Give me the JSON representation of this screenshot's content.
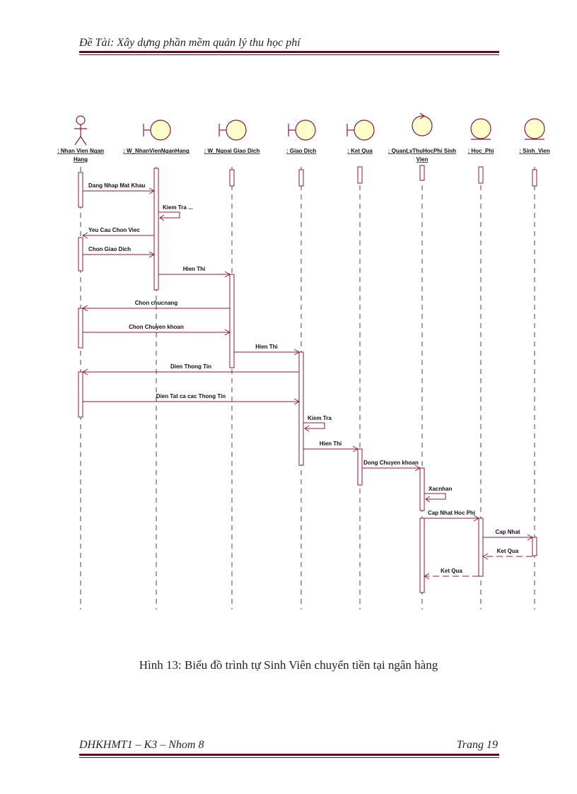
{
  "header": {
    "title": "Đề Tài: Xây dựng phần mềm quản lý thu học phí"
  },
  "diagram": {
    "participants": [
      {
        "id": "nv",
        "kind": "actor",
        "lines": [
          ": Nhan Vien Ngan",
          "Hang"
        ]
      },
      {
        "id": "wnv",
        "kind": "boundary",
        "lines": [
          ": W_NhanVienNganHang"
        ]
      },
      {
        "id": "wgd",
        "kind": "boundary",
        "lines": [
          ": W_Ngoai Giao Dich"
        ]
      },
      {
        "id": "gd",
        "kind": "boundary",
        "lines": [
          ": Giao Dich"
        ]
      },
      {
        "id": "kq",
        "kind": "boundary",
        "lines": [
          ": Ket Qua"
        ]
      },
      {
        "id": "ql",
        "kind": "control",
        "lines": [
          ": QuanLyThuHocPhi Sinh",
          "Vien"
        ]
      },
      {
        "id": "hp",
        "kind": "entity",
        "lines": [
          ": Hoc_Phi"
        ]
      },
      {
        "id": "sv",
        "kind": "entity",
        "lines": [
          ": Sinh_Vien"
        ]
      }
    ],
    "messages": [
      {
        "from": 0,
        "to": 1,
        "label": "Dang Nhap Mat Khau"
      },
      {
        "from": 1,
        "to": 1,
        "label": "Kiem Tra ..."
      },
      {
        "from": 1,
        "to": 0,
        "label": "Yeu Cau Chon Viec"
      },
      {
        "from": 0,
        "to": 1,
        "label": "Chon Giao Dich"
      },
      {
        "from": 1,
        "to": 2,
        "label": "Hien Thi"
      },
      {
        "from": 2,
        "to": 0,
        "label": "Chon chucnang"
      },
      {
        "from": 0,
        "to": 2,
        "label": "Chon Chuyen khoan"
      },
      {
        "from": 2,
        "to": 3,
        "label": "Hien Thi"
      },
      {
        "from": 3,
        "to": 0,
        "label": "Dien Thong Tin"
      },
      {
        "from": 0,
        "to": 3,
        "label": "Dien Tat ca cac Thong Tin"
      },
      {
        "from": 3,
        "to": 3,
        "label": "Kiem Tra"
      },
      {
        "from": 3,
        "to": 4,
        "label": "Hien Thi"
      },
      {
        "from": 4,
        "to": 5,
        "label": "Dong Chuyen khoan"
      },
      {
        "from": 5,
        "to": 5,
        "label": "Xacnhan"
      },
      {
        "from": 5,
        "to": 6,
        "label": "Cap Nhat Hoc Phi"
      },
      {
        "from": 6,
        "to": 7,
        "label": "Cap Nhat"
      },
      {
        "from": 7,
        "to": 6,
        "label": "Ket Qua",
        "return": true
      },
      {
        "from": 6,
        "to": 5,
        "label": "Ket Qua",
        "return": true
      }
    ]
  },
  "caption": "Hình 13: Biểu đồ trình tự Sinh Viên chuyển tiền tại ngân hàng",
  "footer": {
    "left": "DHKHMT1 – K3 – Nhom 8",
    "right": "Trang 19"
  },
  "colors": {
    "line": "#8b1a3a",
    "icon_fill": "#ffffcc",
    "icon_stroke": "#8b1a3a",
    "rule": "#5a1020"
  }
}
